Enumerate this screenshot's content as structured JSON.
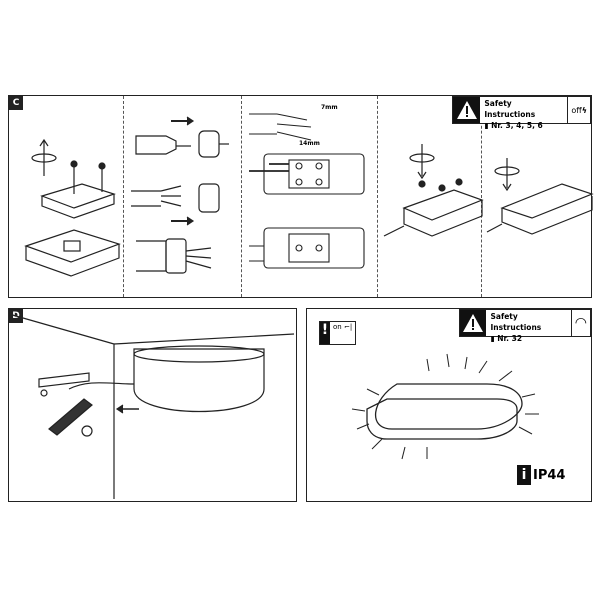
{
  "panel_c": {
    "label": "C",
    "dim_7": "7mm",
    "dim_14": "14mm",
    "safety": {
      "title": "Safety Instructions",
      "refs": "Nr. 3, 4, 5, 6",
      "power": "off"
    }
  },
  "panel_d": {
    "label": "D"
  },
  "panel_e": {
    "on_label": "on",
    "safety": {
      "title": "Safety Instructions",
      "refs": "Nr. 32"
    },
    "ip_rating": "IP44"
  }
}
